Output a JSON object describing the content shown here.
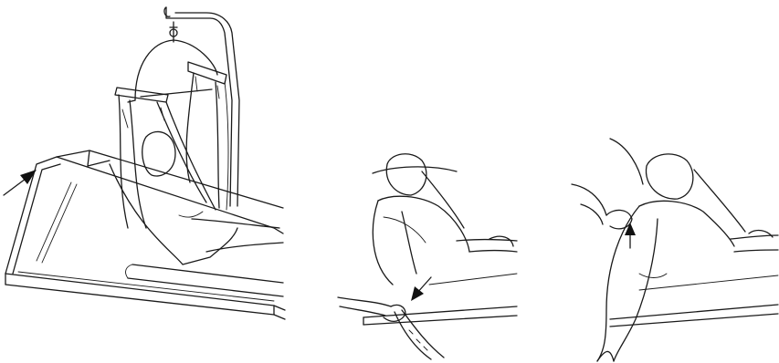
{
  "figure": {
    "panels": [
      {
        "id": "panel-1",
        "subject": "patient-in-sling-lift"
      },
      {
        "id": "panel-2",
        "subject": "removing-sling-from-under-legs"
      },
      {
        "id": "panel-3",
        "subject": "removing-sling-from-behind-back"
      }
    ],
    "colors": {
      "line": "#1a1a1a",
      "arrow": "#111111",
      "background": "#ffffff"
    }
  }
}
